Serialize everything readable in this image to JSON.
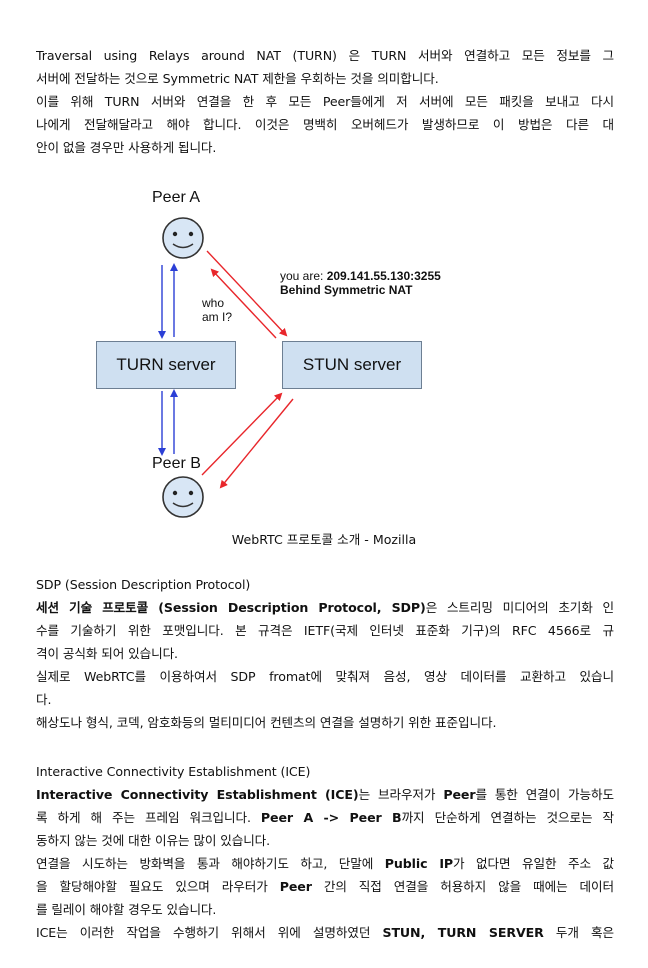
{
  "intro": {
    "lines": [
      "Traversal using Relays around NAT (TURN) 은 TURN 서버와 연결하고 모든 정보를 그",
      "서버에 전달하는 것으로 Symmetric NAT 제한을 우회하는 것을 의미합니다.",
      "이를 위해 TURN 서버와 연결을 한 후 모든 Peer들에게 저 서버에 모든 패킷을 보내고 다시",
      "나에게 전달해달라고 해야 합니다. 이것은 명백히 오버헤드가 발생하므로 이 방법은 다른 대",
      "안이 없을 경우만 사용하게 됩니다."
    ]
  },
  "diagram": {
    "peer_a": "Peer A",
    "peer_b": "Peer B",
    "turn_server": "TURN server",
    "stun_server": "STUN server",
    "who_am_i_1": "who",
    "who_am_i_2": "am I?",
    "you_are_prefix": "you are: ",
    "you_are_ip": "209.141.55.130:3255",
    "behind_nat": "Behind Symmetric NAT",
    "colors": {
      "box_fill": "#cfe0f1",
      "blue_arrow": "#2b3fd6",
      "red_arrow": "#e8262b",
      "face": "#d8e6f5"
    }
  },
  "caption": "WebRTC 프로토콜 소개 - Mozilla",
  "sdp": {
    "heading": "SDP (Session Description Protocol)",
    "line1_bold": "세션 기술 프로토콜 (Session Description Protocol, SDP)",
    "line1_rest": "은 스트리밍 미디어의 초기화 인",
    "line2": "수를 기술하기 위한 포맷입니다. 본 규격은 IETF(국제 인터넷 표준화 기구)의 RFC 4566로 규",
    "line3": "격이 공식화 되어 있습니다.",
    "line4": "실제로 WebRTC를 이용하여서 SDP fromat에 맞춰져 음성, 영상 데이터를 교환하고 있습니",
    "line5": "다.",
    "line6": "해상도나 형식, 코덱, 암호화등의 멀티미디어 컨텐츠의 연결을 설명하기 위한 표준입니다."
  },
  "ice": {
    "heading": "Interactive Connectivity Establishment (ICE)",
    "p1_bold": "Interactive Connectivity Establishment (ICE)",
    "p1_rest": "는 브라우저가 ",
    "p1_peer": "Peer",
    "p1_rest2": "를 통한 연결이 가능하도",
    "p2_pre": "록 하게 해 주는 프레임 워크입니다. ",
    "p2_bold": "Peer A -> Peer B",
    "p2_rest": "까지 단순하게 연결하는 것으로는 작",
    "p3": "동하지 않는 것에 대한 이유는 많이 있습니다.",
    "p4_pre": "연결을 시도하는 방화벽을 통과 해야하기도 하고, 단말에 ",
    "p4_bold": "Public IP",
    "p4_rest": "가 없다면 유일한 주소 값",
    "p5_pre": "을 할당해야할 필요도 있으며 라우터가 ",
    "p5_bold": "Peer",
    "p5_rest": " 간의 직접 연결을 허용하지 않을 때에는 데이터",
    "p6": "를 릴레이 해야할 경우도 있습니다.",
    "p7_pre": "ICE는 이러한 작업을 수행하기 위해서 위에 설명하였던 ",
    "p7_bold": "STUN, TURN SERVER",
    "p7_rest": " 두개 혹은"
  }
}
